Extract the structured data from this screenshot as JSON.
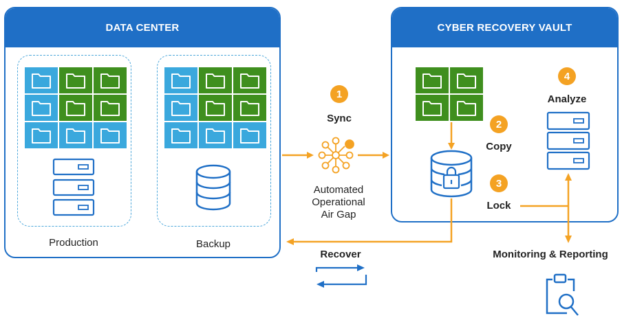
{
  "data_center": {
    "title": "DATA CENTER",
    "production_label": "Production",
    "backup_label": "Backup"
  },
  "vault": {
    "title": "CYBER RECOVERY VAULT"
  },
  "steps": [
    {
      "number": "1",
      "label": "Sync"
    },
    {
      "number": "2",
      "label": "Copy"
    },
    {
      "number": "3",
      "label": "Lock"
    },
    {
      "number": "4",
      "label": "Analyze"
    }
  ],
  "air_gap": {
    "line1": "Automated",
    "line2": "Operational",
    "line3": "Air Gap"
  },
  "recover_label": "Recover",
  "monitoring_label": "Monitoring & Reporting",
  "colors": {
    "brand_blue": "#1f6fc6",
    "folder_blue": "#3aa8dd",
    "folder_green": "#3f8f1e",
    "accent_orange": "#f4a223"
  },
  "icons": [
    "folder-icon",
    "server-icon",
    "database-icon",
    "lock-icon",
    "network-icon",
    "recover-arrows-icon",
    "clipboard-search-icon"
  ]
}
